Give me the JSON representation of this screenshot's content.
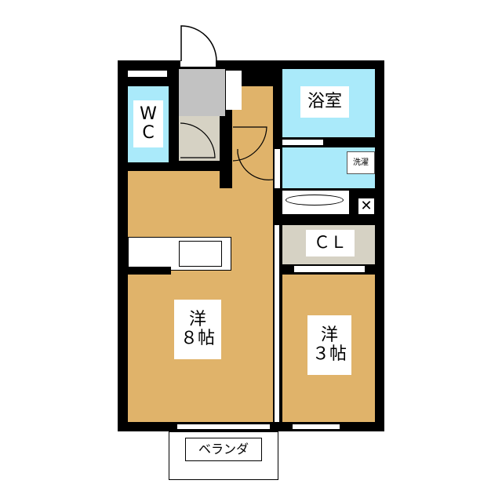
{
  "rooms": {
    "wc": {
      "line1": "W",
      "line2": "C"
    },
    "bathroom": "浴室",
    "laundry": "洗濯",
    "closet": "ＣＬ",
    "western_8": {
      "line1": "洋",
      "line2": "８帖"
    },
    "western_3": {
      "line1": "洋",
      "line2": "３帖"
    },
    "balcony": "ベランダ"
  },
  "colors": {
    "floor": "#e0b36a",
    "wet_area": "#aaeafa",
    "storage": "#d6d2c4",
    "entry": "#c2c2c2",
    "wall": "#000000"
  }
}
